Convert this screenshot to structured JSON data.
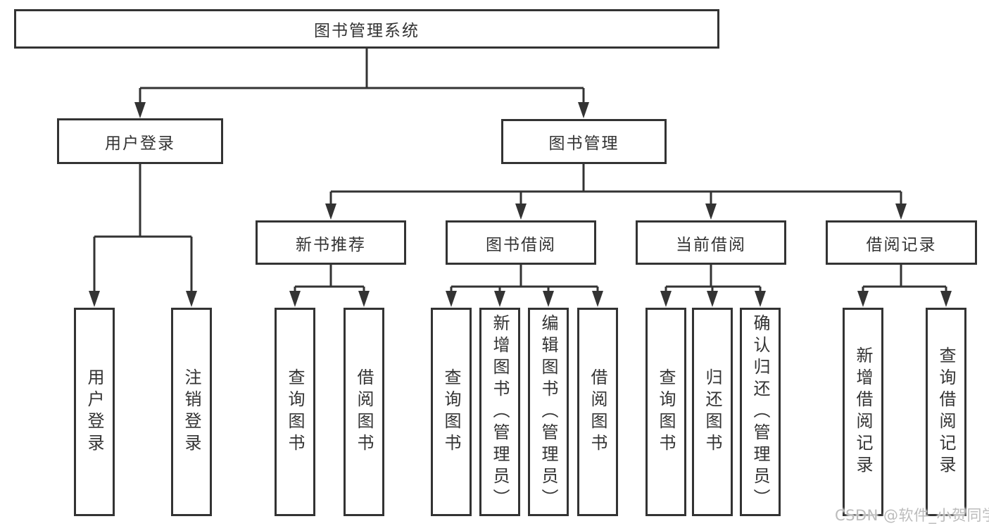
{
  "tree": {
    "root": {
      "label": "图书管理系统"
    },
    "login": {
      "label": "用户登录",
      "children": [
        {
          "label": "用户登录"
        },
        {
          "label": "注销登录"
        }
      ]
    },
    "management": {
      "label": "图书管理",
      "groups": [
        {
          "label": "新书推荐",
          "children": [
            {
              "label": "查询图书"
            },
            {
              "label": "借阅图书"
            }
          ]
        },
        {
          "label": "图书借阅",
          "children": [
            {
              "label": "查询图书"
            },
            {
              "label": "新增图书（管理员）"
            },
            {
              "label": "编辑图书（管理员）"
            },
            {
              "label": "借阅图书"
            }
          ]
        },
        {
          "label": "当前借阅",
          "children": [
            {
              "label": "查询图书"
            },
            {
              "label": "归还图书"
            },
            {
              "label": "确认归还（管理员）"
            }
          ]
        },
        {
          "label": "借阅记录",
          "children": [
            {
              "label": "新增借阅记录"
            },
            {
              "label": "查询借阅记录"
            }
          ]
        }
      ]
    }
  },
  "watermark": {
    "text": "CSDN @软件_小贺同学"
  },
  "colors": {
    "line": "#333333",
    "box_border": "#333333",
    "box_background": "#ffffff",
    "text": "#333333",
    "page_background": "#ffffff",
    "watermark": "#bcbcbc"
  }
}
